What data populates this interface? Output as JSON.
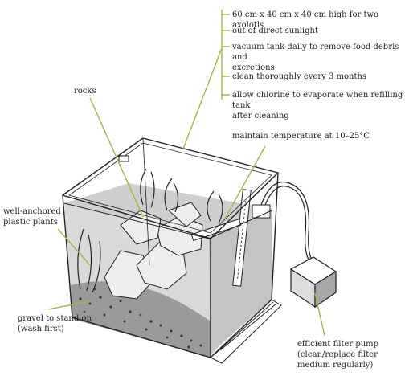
{
  "annotations": {
    "tank_size": "60 cm x 40 cm x 40 cm high for two axolotls",
    "sunlight": "out of direct sunlight",
    "vacuum": "vacuum tank daily to remove food debris and\nexcretions",
    "clean": "clean thoroughly every 3 months",
    "chlorine": "allow chlorine to evaporate when refilling tank\nafter cleaning",
    "temperature": "maintain temperature at 10–25°C",
    "rocks": "rocks",
    "plants": "well-anchored\nplastic plants",
    "gravel": "gravel to stand on\n(wash first)",
    "pump": "efficient filter pump\n(clean/replace filter\nmedium regularly)"
  },
  "colors": {
    "leader": "#a4b93a",
    "ink": "#222222",
    "water": "#d6d6d6",
    "gravel": "#777777"
  }
}
